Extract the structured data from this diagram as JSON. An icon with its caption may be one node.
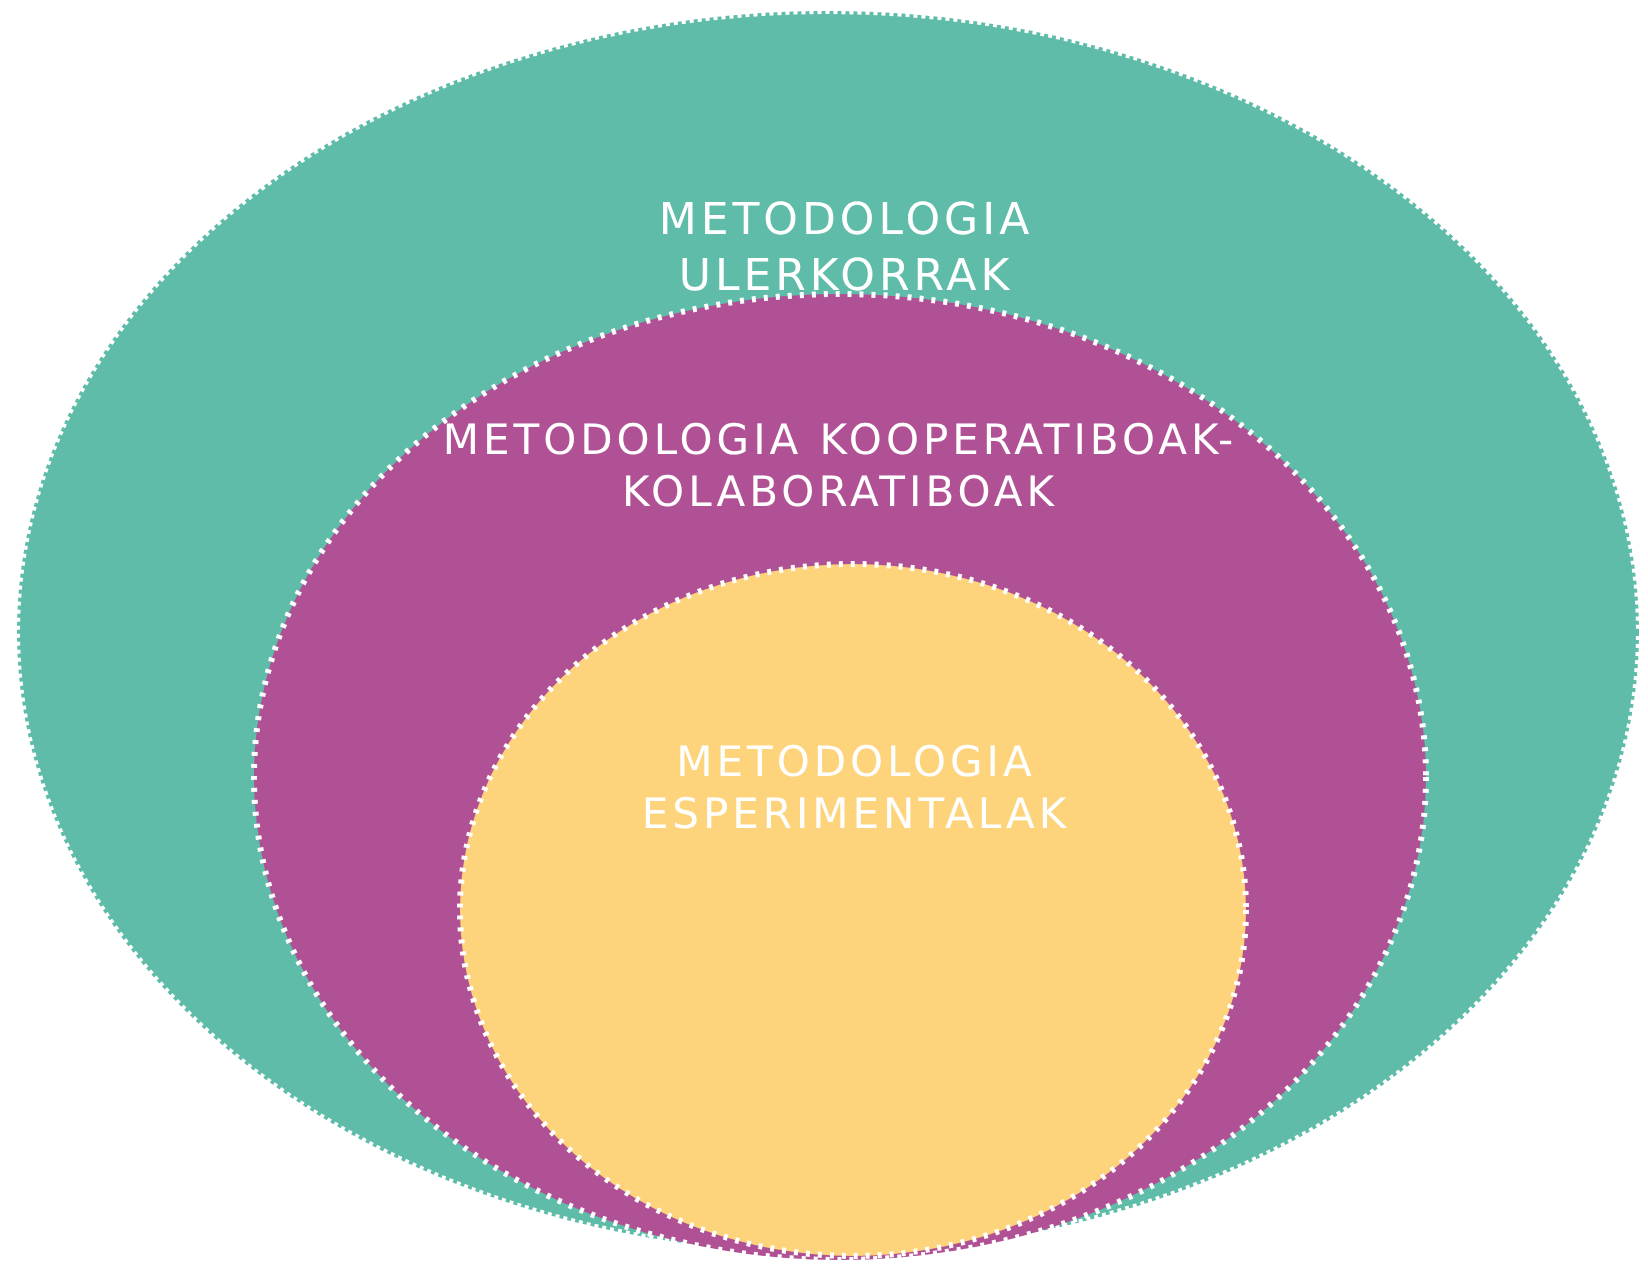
{
  "diagram": {
    "nodes": [
      {
        "text": [
          "METODOLOGIA ULERKORRAK"
        ]
      },
      {
        "text": [
          "METODOLOGIA KOOPERATIBOAK-KOLABORATIBOAK"
        ],
        "in": 0
      },
      {
        "text": [
          "METODOLOGIA ESPERIMENTALAK"
        ],
        "in": 1
      }
    ]
  }
}
